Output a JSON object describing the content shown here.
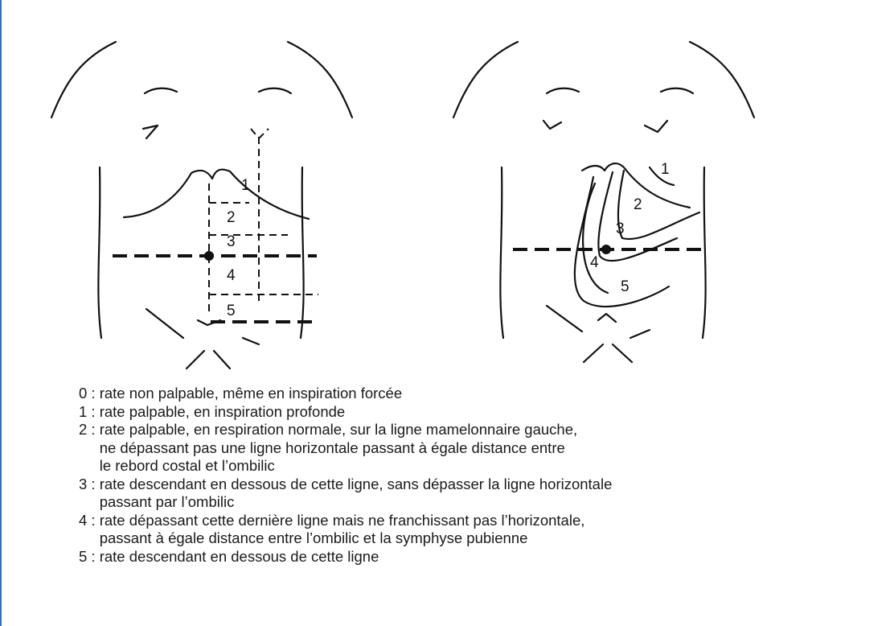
{
  "left_figure": {
    "zone_labels": [
      "1",
      "2",
      "3",
      "4",
      "5"
    ]
  },
  "right_figure": {
    "zone_labels": [
      "1",
      "2",
      "3",
      "4",
      "5"
    ]
  },
  "legend": [
    {
      "code": "0",
      "lines": [
        "rate non palpable, même en inspiration forcée"
      ]
    },
    {
      "code": "1",
      "lines": [
        "rate palpable, en inspiration profonde"
      ]
    },
    {
      "code": "2",
      "lines": [
        "rate palpable, en respiration normale, sur la ligne mamelonnaire gauche,",
        "ne dépassant pas une ligne horizontale passant à égale distance entre",
        "le rebord costal et l’ombilic"
      ]
    },
    {
      "code": "3",
      "lines": [
        "rate descendant en dessous de cette ligne, sans dépasser la ligne horizontale",
        "passant par l’ombilic"
      ]
    },
    {
      "code": "4",
      "lines": [
        "rate dépassant cette dernière ligne mais ne franchissant pas l’horizontale,",
        "passant à égale distance entre l’ombilic et la symphyse pubienne"
      ]
    },
    {
      "code": "5",
      "lines": [
        "rate descendant en dessous de cette ligne"
      ]
    }
  ],
  "colors": {
    "line": "#111111",
    "accent_rule": "#3a6db5"
  }
}
